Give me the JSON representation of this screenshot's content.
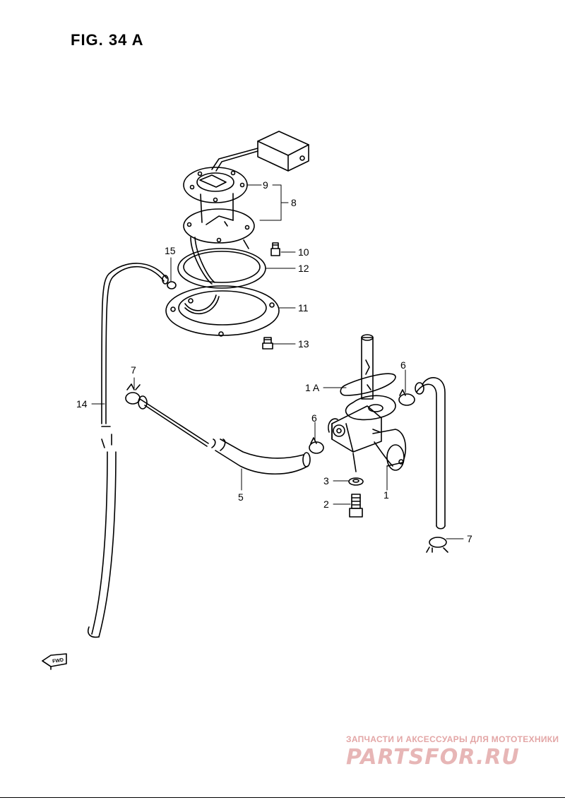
{
  "figure": {
    "title": "FIG. 34 A"
  },
  "callouts": [
    {
      "id": "label-9",
      "text": "9"
    },
    {
      "id": "label-8",
      "text": "8"
    },
    {
      "id": "label-15",
      "text": "15"
    },
    {
      "id": "label-10",
      "text": "10"
    },
    {
      "id": "label-12",
      "text": "12"
    },
    {
      "id": "label-11",
      "text": "11"
    },
    {
      "id": "label-13",
      "text": "13"
    },
    {
      "id": "label-7a",
      "text": "7"
    },
    {
      "id": "label-6a",
      "text": "6"
    },
    {
      "id": "label-1A",
      "text": "1 A"
    },
    {
      "id": "label-14",
      "text": "14"
    },
    {
      "id": "label-6b",
      "text": "6"
    },
    {
      "id": "label-3",
      "text": "3"
    },
    {
      "id": "label-2",
      "text": "2"
    },
    {
      "id": "label-1",
      "text": "1"
    },
    {
      "id": "label-5",
      "text": "5"
    },
    {
      "id": "label-7b",
      "text": "7"
    }
  ],
  "fwd_arrow": {
    "text": "FWD"
  },
  "watermark": {
    "subtitle": "ЗАПЧАСТИ И АКСЕССУАРЫ ДЛЯ МОТОТЕХНИКИ",
    "logo": "PARTSFOR.RU"
  }
}
